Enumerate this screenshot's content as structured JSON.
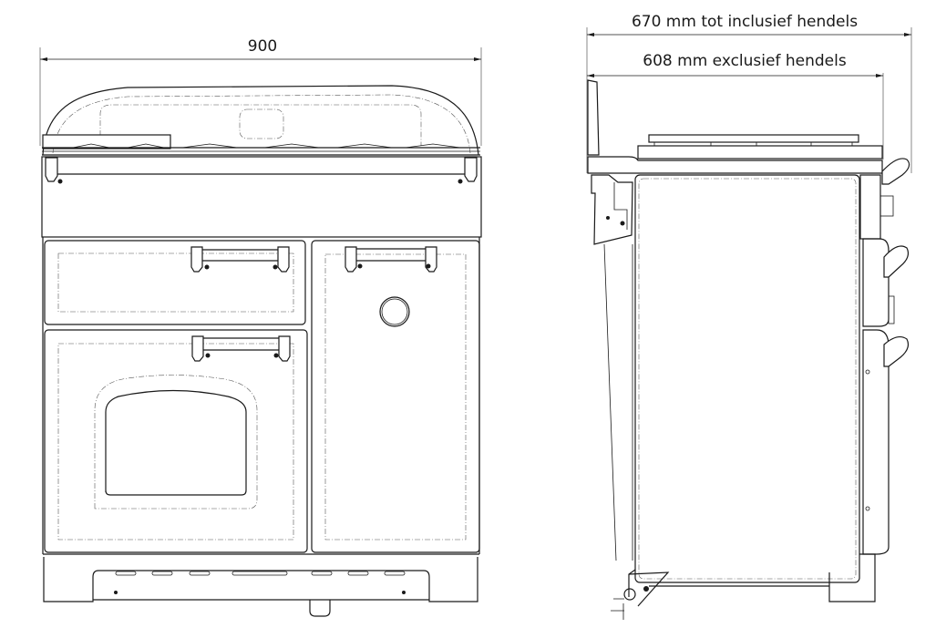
{
  "drawing": {
    "front_view": {
      "width_dimension": "900",
      "components": [
        "lid",
        "hob",
        "control-panel",
        "top-left-drawer",
        "right-cupboard-door",
        "oven-door",
        "oven-window",
        "plinth"
      ]
    },
    "side_view": {
      "overall_depth_including_handles": "670 mm tot inclusief hendels",
      "depth_excluding_handles": "608 mm exclusief hendels",
      "components": [
        "lid",
        "hob",
        "side-panel",
        "handles",
        "control-knob",
        "back-bracket",
        "rear-wheel"
      ]
    }
  },
  "colors": {
    "line": "#1a1a1a",
    "extension_line": "#888888",
    "background": "#ffffff"
  }
}
